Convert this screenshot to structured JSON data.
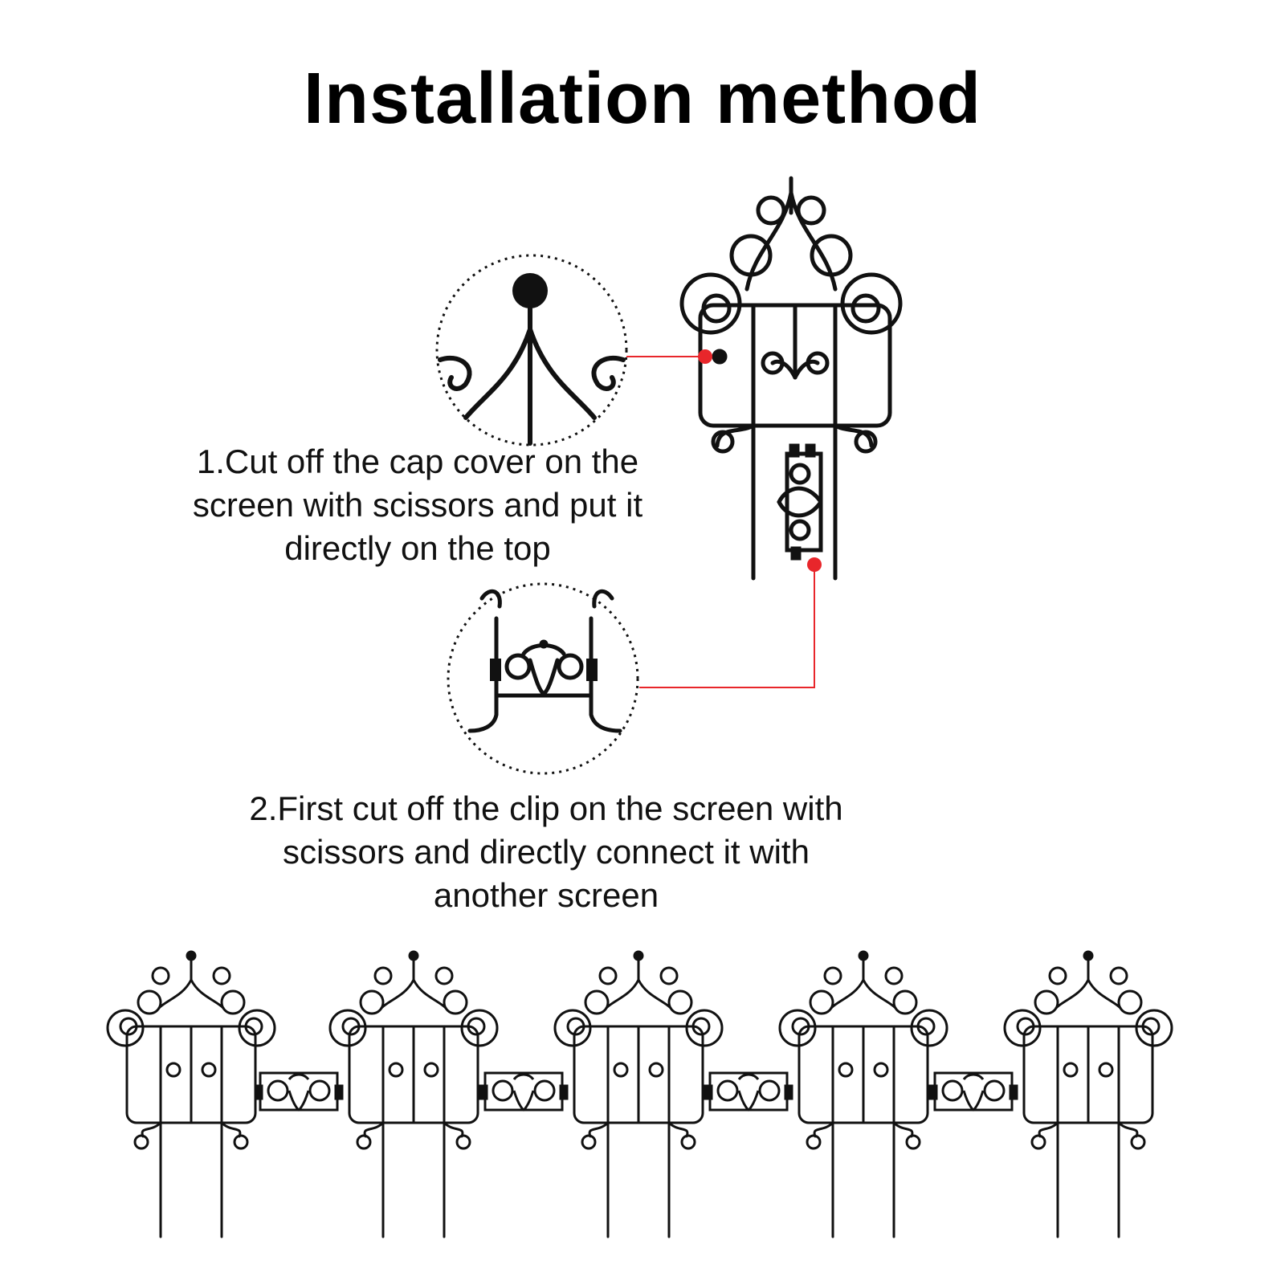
{
  "title": "Installation method",
  "steps": [
    {
      "lines": [
        "1.Cut off the cap cover on the",
        "screen with scissors and put it",
        "directly on the top"
      ]
    },
    {
      "lines": [
        "2.First cut off the clip on the screen with",
        "scissors and directly connect it with",
        "another screen"
      ]
    }
  ],
  "colors": {
    "ink": "#111111",
    "callout": "#e8262b",
    "background": "#ffffff"
  }
}
